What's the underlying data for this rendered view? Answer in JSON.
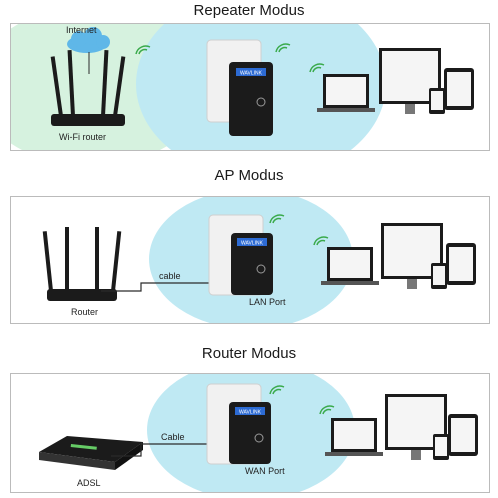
{
  "sections": [
    {
      "title": "Repeater Modus",
      "labels": {
        "internet": "Internet",
        "router": "Wi-Fi router"
      }
    },
    {
      "title": "AP Modus",
      "labels": {
        "cable": "cable",
        "router": "Router",
        "port": "LAN Port"
      }
    },
    {
      "title": "Router Modus",
      "labels": {
        "cable": "Cable",
        "modem": "ADSL",
        "port": "WAN Port"
      }
    }
  ],
  "device_brand": "WAVLINK",
  "colors": {
    "coverage_blue": "#bfe9f3",
    "coverage_green": "#d6f2df",
    "cloud": "#5fb7e8",
    "wifi_arc": "#3aaa4b",
    "device": "#1b1b1b",
    "cable": "#2b2b2b"
  },
  "icons": [
    "cloud-icon",
    "wifi-signal-icon",
    "router-icon",
    "repeater-icon",
    "wall-outlet-icon",
    "laptop-icon",
    "monitor-icon",
    "tablet-icon",
    "phone-icon",
    "adsl-modem-icon"
  ]
}
